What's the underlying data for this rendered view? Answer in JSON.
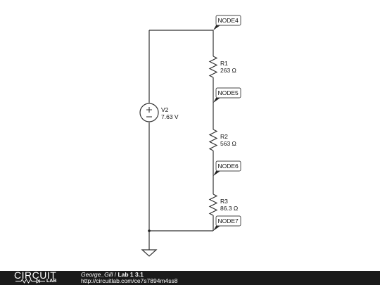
{
  "components": {
    "source": {
      "name": "V2",
      "value": "7.63 V"
    },
    "resistors": [
      {
        "name": "R1",
        "value": "263 Ω"
      },
      {
        "name": "R2",
        "value": "563 Ω"
      },
      {
        "name": "R3",
        "value": "86.3 Ω"
      }
    ]
  },
  "nodes": [
    "NODE4",
    "NODE5",
    "NODE6",
    "NODE7"
  ],
  "footer": {
    "logo_top": "CIRCUIT",
    "logo_bottom": "LAB",
    "author": "George_Gill",
    "separator": " / ",
    "project": "Lab 1 3.1",
    "url": "http://circuitlab.com/ce7s7894m4ss8"
  },
  "colors": {
    "wire": "#333333",
    "footer_bg": "#1b1b1b"
  }
}
